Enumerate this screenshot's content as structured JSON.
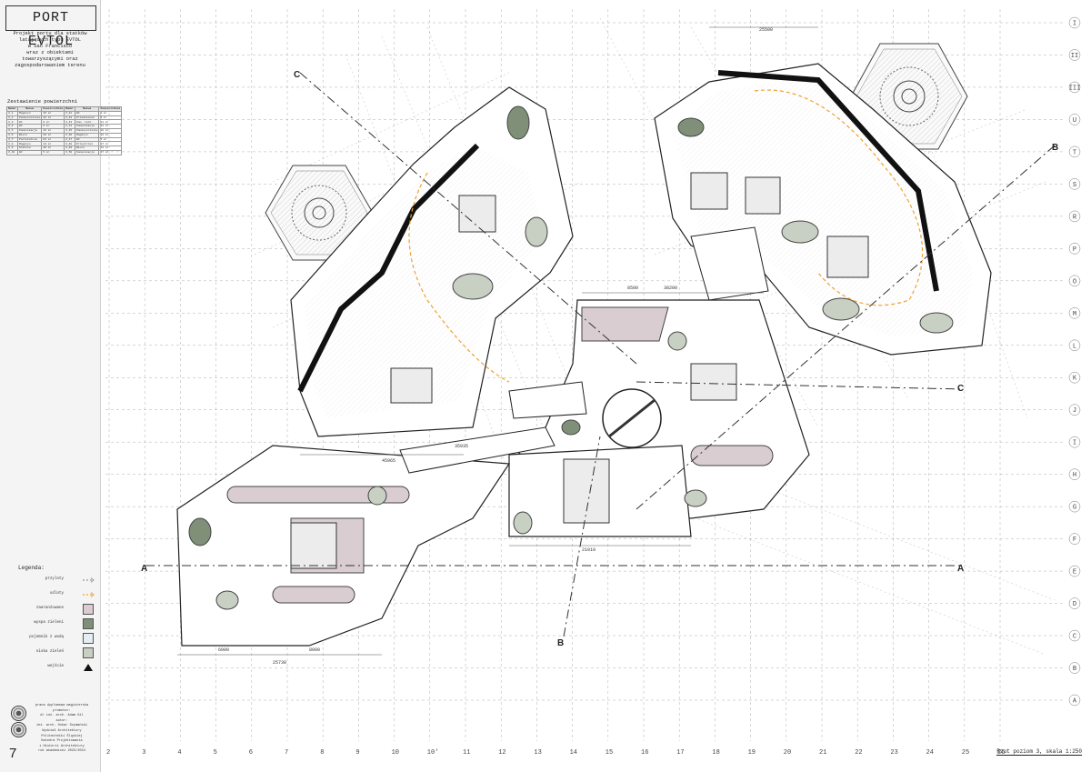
{
  "sheet": {
    "title": "PORT EVTOL",
    "subtitle_lines": [
      "Projekt portu dla statków",
      "latających typu EVTOL",
      "w San Francisco",
      "wraz z obiektami",
      "towarzyszącymi oraz",
      "zagospodarowaniem terenu"
    ],
    "page_number": "7",
    "scale_caption": "Rzut poziom 3, skala 1:250"
  },
  "surfaces_table": {
    "title": "Zestawienie powierzchni",
    "headers": [
      "Numer",
      "Nazwa",
      "Powierzchnia",
      "Numer",
      "Nazwa",
      "Powierzchnia"
    ],
    "rows": [
      [
        "3_1",
        "Magazyn",
        "15 m²",
        "3_41",
        "WC",
        "4 m²"
      ],
      [
        "3_2",
        "Pomieszczenie",
        "22 m²",
        "3_42",
        "Przedsionek",
        "9 m²"
      ],
      [
        "3_3",
        "WC",
        "6 m²",
        "3_43",
        "Pom. tech.",
        "11 m²"
      ],
      [
        "3_4",
        "WC",
        "6 m²",
        "3_44",
        "Komunikacja",
        "31 m²"
      ],
      [
        "3_5",
        "Komunikacja",
        "42 m²",
        "3_45",
        "Pomieszczenie",
        "18 m²"
      ],
      [
        "3_6",
        "Biuro",
        "28 m²",
        "3_46",
        "Magazyn",
        "12 m²"
      ],
      [
        "3_7",
        "Poczekalnia",
        "64 m²",
        "3_47",
        "WC",
        "5 m²"
      ],
      [
        "3_8",
        "Magazyn",
        "14 m²",
        "3_48",
        "Przestrzeń",
        "87 m²"
      ],
      [
        "3_9",
        "Szatnia",
        "20 m²",
        "3_49",
        "Biuro",
        "24 m²"
      ],
      [
        "3_10",
        "WC",
        "5 m²",
        "3_50",
        "Komunikacja",
        "37 m²"
      ]
    ]
  },
  "legend": {
    "title": "Legenda:",
    "items": [
      {
        "label": "przyloty",
        "kind": "grey-dash"
      },
      {
        "label": "odloty",
        "kind": "orange-dash"
      },
      {
        "label": "zaaranżowane",
        "kind": "fill",
        "color": "#d9cdd2"
      },
      {
        "label": "wyspa zieleni",
        "kind": "fill",
        "color": "#7f8f78"
      },
      {
        "label": "pojemnik z wodą",
        "kind": "fill",
        "color": "#e6edf3"
      },
      {
        "label": "niska zieleń",
        "kind": "fill",
        "color": "#c7d0c2"
      },
      {
        "label": "wejście",
        "kind": "triangle"
      }
    ]
  },
  "credits": {
    "lines": [
      "praca dyplomowa magisterska",
      "promotor:",
      "dr inż. arch. Adam Gil",
      "autor:",
      "inż. arch. Oskar Szymański",
      "Wydział Architektury",
      "Politechniki Śląskiej",
      "Katedra Projektowania",
      "i Historii Architektury",
      "rok akademicki 2023/2024"
    ]
  },
  "grid": {
    "columns": [
      "2",
      "3",
      "4",
      "5",
      "6",
      "7",
      "8",
      "9",
      "10",
      "10'",
      "11",
      "12",
      "13",
      "14",
      "15",
      "16",
      "17",
      "18",
      "19",
      "20",
      "21",
      "22",
      "23",
      "24",
      "25",
      "26"
    ],
    "rows": [
      "I",
      "II",
      "III",
      "U",
      "T",
      "S",
      "R",
      "P",
      "O",
      "M",
      "L",
      "K",
      "J",
      "I",
      "H",
      "G",
      "F",
      "E",
      "D",
      "C",
      "B",
      "A"
    ]
  },
  "section_marks": [
    "A",
    "A",
    "B",
    "B",
    "C",
    "C"
  ],
  "dimensions": [
    "25500",
    "45965",
    "38200",
    "25730",
    "21010",
    "35935",
    "6000",
    "8500",
    "8000"
  ],
  "colors": {
    "pink": "#d9cdd2",
    "green": "#7f8f78",
    "light_green": "#c7d0c2",
    "water": "#e6edf3",
    "route_orange": "#f0a030",
    "wall": "#111111"
  }
}
